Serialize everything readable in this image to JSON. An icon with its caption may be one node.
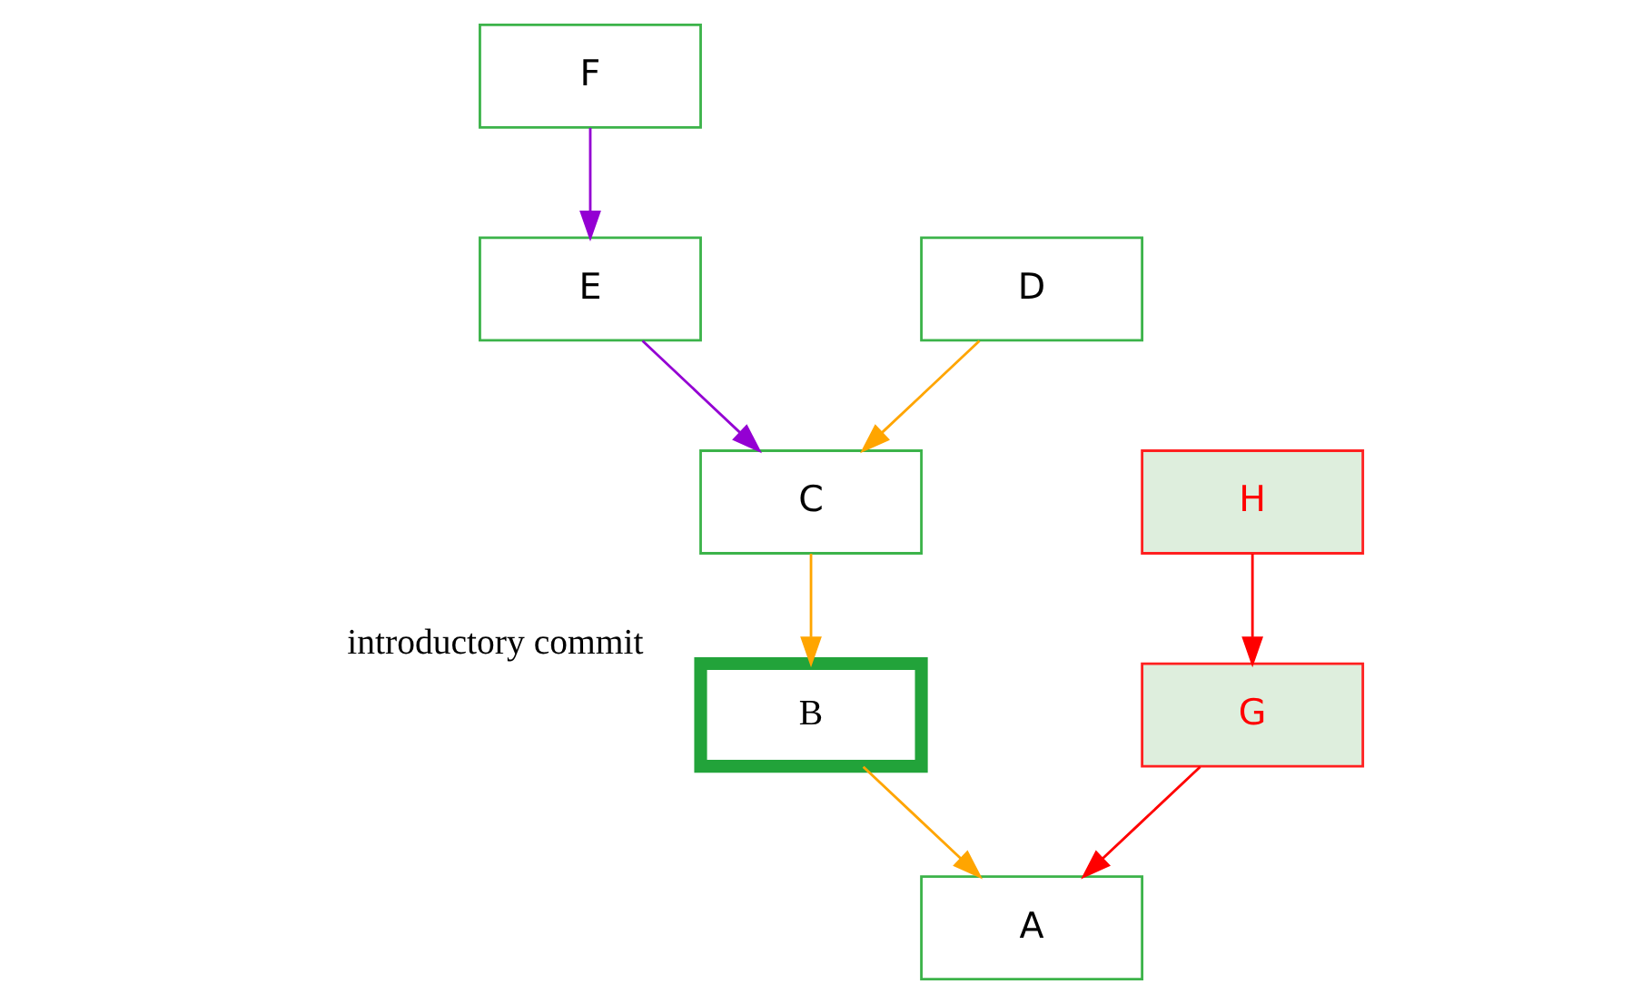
{
  "diagram": {
    "nodes": [
      {
        "text": [
          "F"
        ]
      },
      {
        "text": [
          "D"
        ]
      },
      {
        "text": [
          "E"
        ]
      },
      {
        "text": [
          "C"
        ]
      },
      {
        "text": [
          "H"
        ]
      },
      {
        "text": [
          "B"
        ],
        "beside": [
          "introductory commit"
        ]
      },
      {
        "text": [
          "G"
        ]
      },
      {
        "text": [
          "A"
        ]
      }
    ],
    "edges": [
      {
        "from": 0,
        "to": 2,
        "arrow": "to",
        "color": "#9400d3"
      },
      {
        "from": 1,
        "to": 3,
        "arrow": "to",
        "color": "#ffa500"
      },
      {
        "from": 2,
        "to": 3,
        "arrow": "to",
        "color": "#9400d3"
      },
      {
        "from": 3,
        "to": 5,
        "arrow": "to",
        "color": "#ffa500"
      },
      {
        "from": 4,
        "to": 6,
        "arrow": "to",
        "color": "#ff0000"
      },
      {
        "from": 5,
        "to": 7,
        "arrow": "to",
        "color": "#ffa500"
      },
      {
        "from": 6,
        "to": 7,
        "arrow": "to",
        "color": "#ff0000"
      }
    ]
  }
}
